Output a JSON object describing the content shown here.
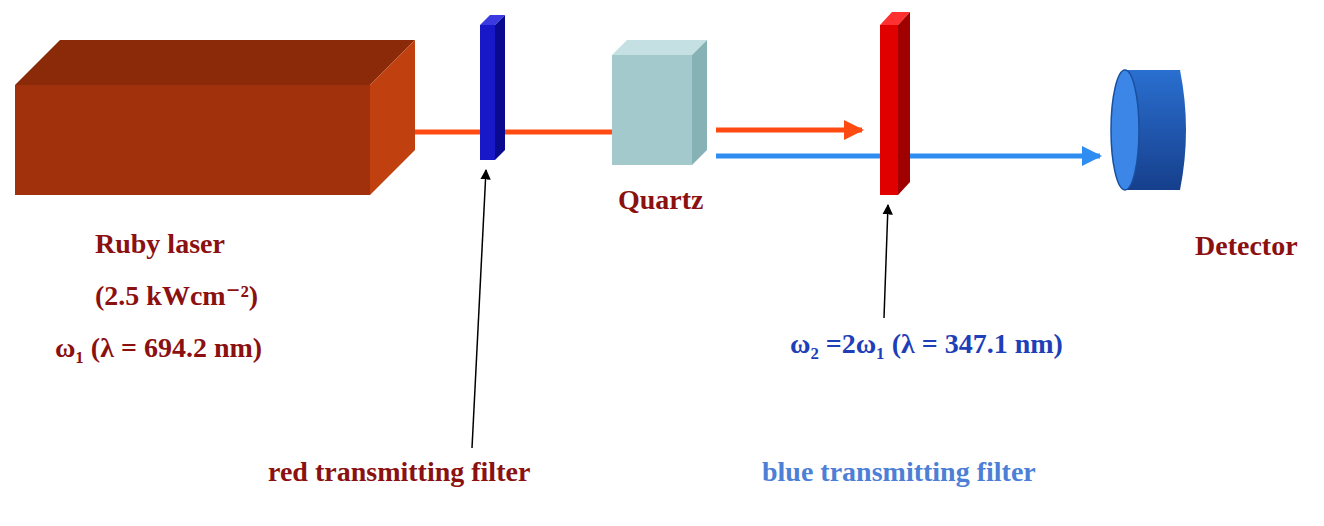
{
  "diagram": {
    "labels": [
      "Ruby laser",
      "(2.5 kWcm⁻²)",
      "ω₁ (λ = 694.2 nm)",
      "Quartz",
      "Detector",
      "ω₂ =2ω₁ (λ = 347.1 nm)",
      "red transmitting filter",
      "blue transmitting filter"
    ]
  }
}
